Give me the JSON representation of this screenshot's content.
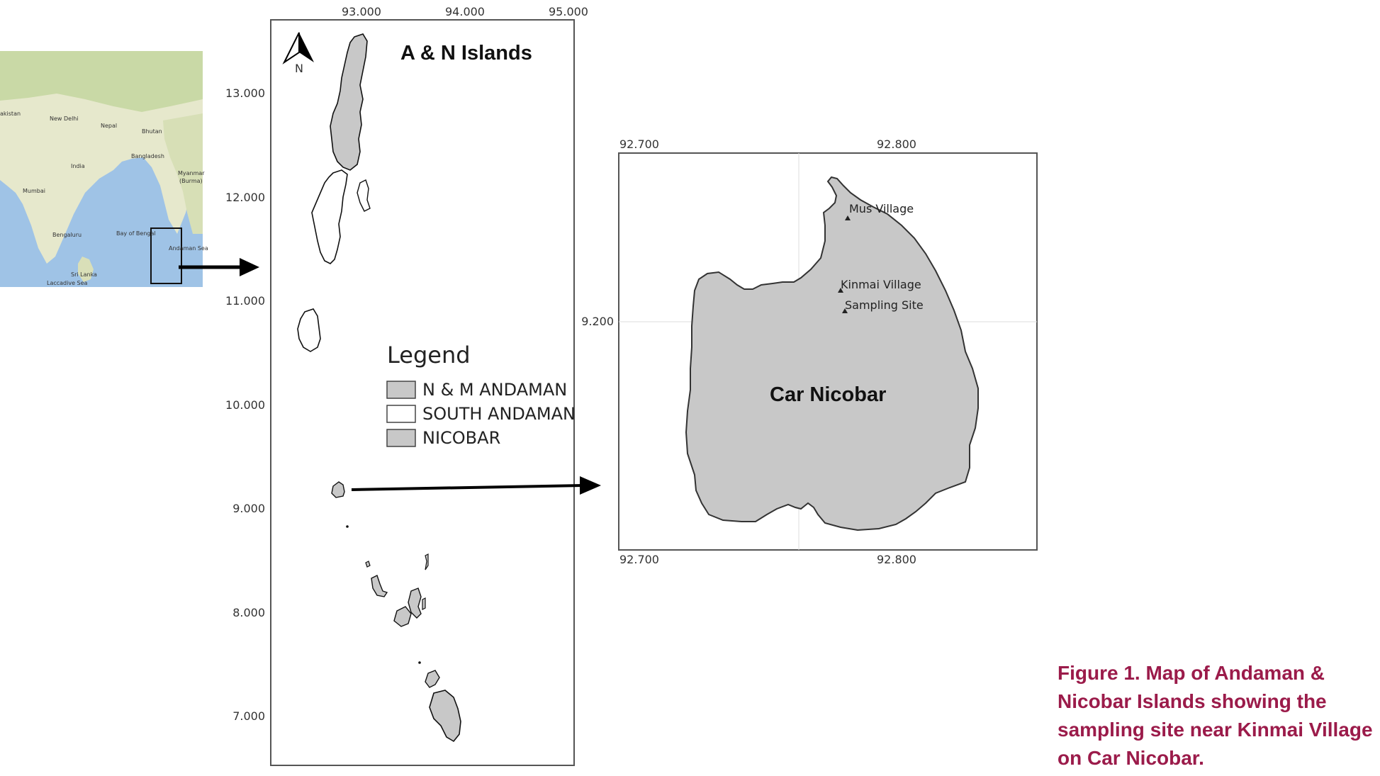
{
  "inset": {
    "labels": [
      {
        "key": "pakistan",
        "text": "akistan"
      },
      {
        "key": "new-delhi",
        "text": "New Delhi"
      },
      {
        "key": "nepal",
        "text": "Nepal"
      },
      {
        "key": "bhutan",
        "text": "Bhutan"
      },
      {
        "key": "bangladesh",
        "text": "Bangladesh"
      },
      {
        "key": "india",
        "text": "India"
      },
      {
        "key": "myanmar",
        "text": "Myanmar"
      },
      {
        "key": "burma",
        "text": "(Burma)"
      },
      {
        "key": "mumbai",
        "text": "Mumbai"
      },
      {
        "key": "bay-of-bengal",
        "text": "Bay of Bengal"
      },
      {
        "key": "bengaluru",
        "text": "Bengaluru"
      },
      {
        "key": "sri-lanka",
        "text": "Sri Lanka"
      },
      {
        "key": "andaman-sea",
        "text": "Andaman Sea"
      },
      {
        "key": "laccadive-sea",
        "text": "Laccadive Sea"
      }
    ],
    "colors": {
      "land": "#e6e8cc",
      "land_green": "#c9d9a6",
      "sea": "#9fc3e6"
    }
  },
  "main_map": {
    "title": "A & N Islands",
    "north_label": "N",
    "x_ticks": [
      "93.000",
      "94.000",
      "95.000"
    ],
    "y_ticks": [
      "13.000",
      "12.000",
      "11.000",
      "10.000",
      "9.000",
      "8.000",
      "7.000"
    ],
    "legend": {
      "title": "Legend",
      "items": [
        {
          "label": "N & M ANDAMAN",
          "color": "#c8c8c8"
        },
        {
          "label": "SOUTH ANDAMAN",
          "color": "#ffffff"
        },
        {
          "label": "NICOBAR",
          "color": "#c8c8c8"
        }
      ]
    }
  },
  "detail_map": {
    "title": "Car Nicobar",
    "x_ticks_top": [
      "92.700",
      "92.800"
    ],
    "x_ticks_bottom": [
      "92.700",
      "92.800"
    ],
    "y_ticks": [
      "9.200"
    ],
    "places": [
      {
        "key": "mus-village",
        "label": "Mus Village"
      },
      {
        "key": "kinmai-village",
        "label": "Kinmai Village"
      },
      {
        "key": "sampling-site",
        "label": "Sampling Site"
      }
    ],
    "land_color": "#c8c8c8"
  },
  "caption": {
    "lines": [
      "Figure 1. Map of Andaman &",
      "Nicobar Islands showing the",
      "sampling site near Kinmai Village",
      "on Car Nicobar."
    ],
    "color": "#9b1b4a"
  }
}
